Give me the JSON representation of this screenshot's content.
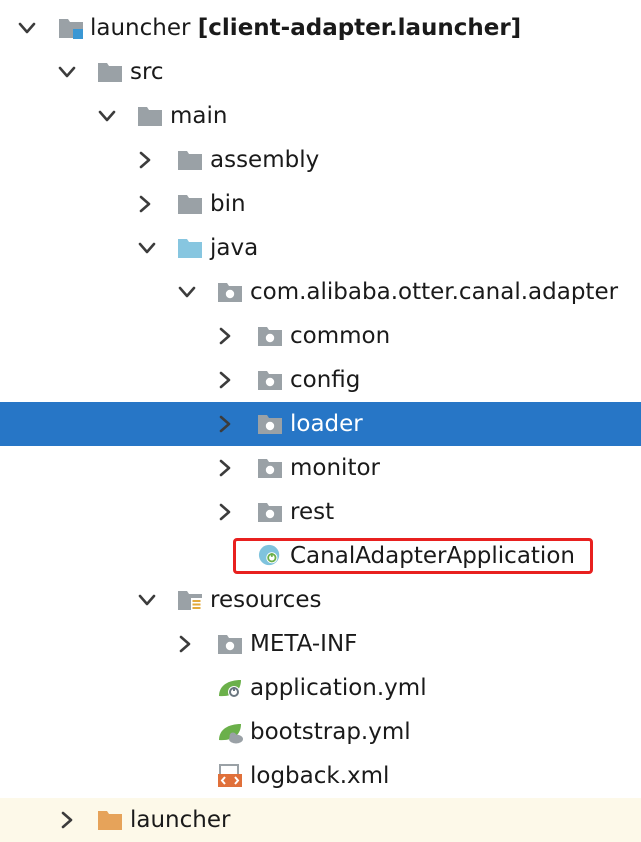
{
  "project_tree": {
    "root": {
      "name": "launcher",
      "module": "[client-adapter.launcher]"
    },
    "src": "src",
    "main": "main",
    "assembly": "assembly",
    "bin": "bin",
    "java": "java",
    "package": "com.alibaba.otter.canal.adapter",
    "common": "common",
    "config": "config",
    "loader": "loader",
    "monitor": "monitor",
    "rest": "rest",
    "main_class": "CanalAdapterApplication",
    "resources": "resources",
    "meta_inf": "META-INF",
    "application_yml": "application.yml",
    "bootstrap_yml": "bootstrap.yml",
    "logback_xml": "logback.xml",
    "next_module": "launcher"
  },
  "colors": {
    "selection": "#2776c6",
    "highlight_border": "#e8201f",
    "folder": "#9aa1a6",
    "source_folder": "#87c6e0",
    "spring_green": "#6bb04a"
  },
  "icons": {
    "module": "module-folder-icon",
    "folder": "folder-icon",
    "source_root": "source-folder-icon",
    "package": "package-icon",
    "resources": "resources-folder-icon",
    "spring_boot_class": "spring-boot-class-icon",
    "spring_yml": "spring-config-icon",
    "xml": "xml-file-icon"
  }
}
